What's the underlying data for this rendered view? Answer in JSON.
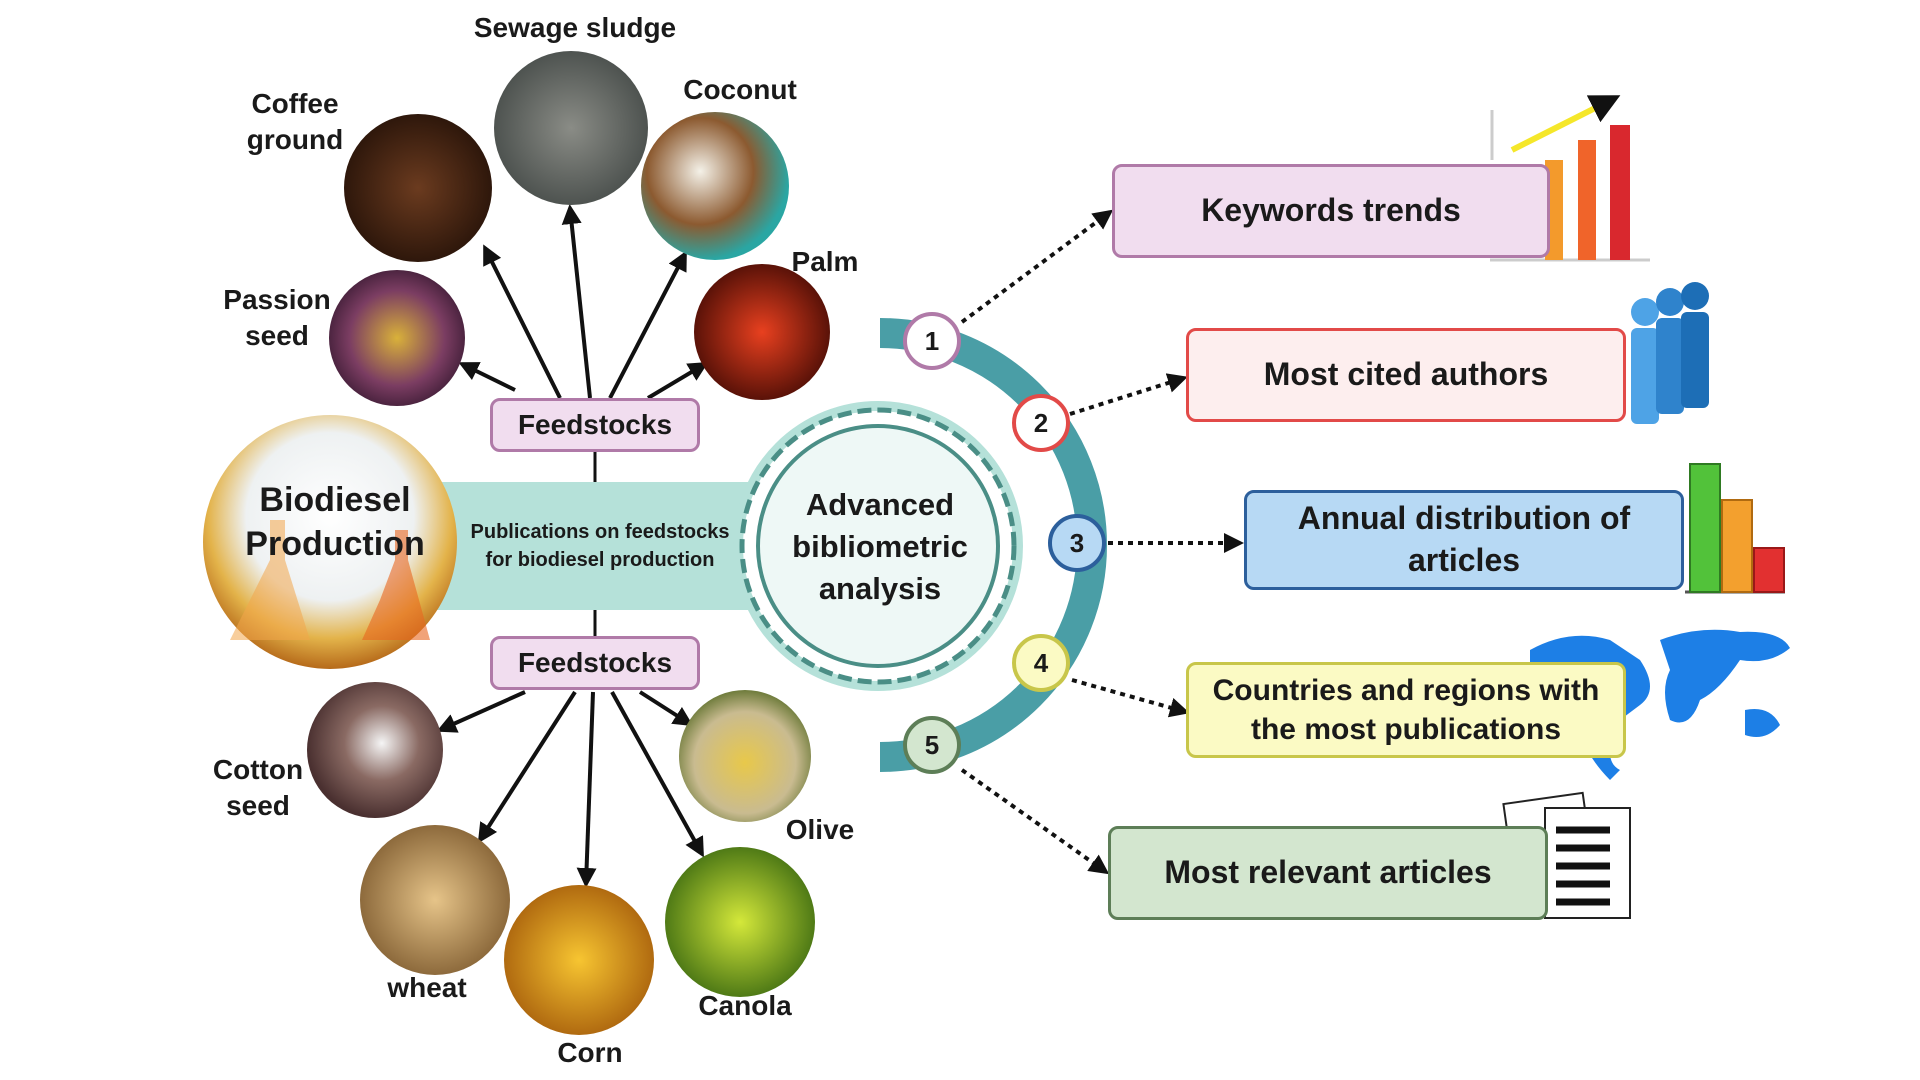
{
  "center": {
    "title_lines": [
      "Advanced",
      "bibliometric",
      "analysis"
    ],
    "band_lines": [
      "Publications on feedstocks",
      "for biodiesel production"
    ],
    "hero_lines": [
      "Biodiesel",
      "Production"
    ]
  },
  "feedstock_labels": {
    "upper": "Feedstocks",
    "lower": "Feedstocks"
  },
  "feedstocks": [
    {
      "key": "sewage",
      "lines": [
        "Sewage sludge"
      ]
    },
    {
      "key": "coffee",
      "lines": [
        "Coffee",
        "ground"
      ]
    },
    {
      "key": "coconut",
      "lines": [
        "Coconut"
      ]
    },
    {
      "key": "palm",
      "lines": [
        "Palm"
      ]
    },
    {
      "key": "passion",
      "lines": [
        "Passion",
        "seed"
      ]
    },
    {
      "key": "cotton",
      "lines": [
        "Cotton",
        "seed"
      ]
    },
    {
      "key": "olive",
      "lines": [
        "Olive"
      ]
    },
    {
      "key": "wheat",
      "lines": [
        "wheat"
      ]
    },
    {
      "key": "corn",
      "lines": [
        "Corn"
      ]
    },
    {
      "key": "canola",
      "lines": [
        "Canola"
      ]
    }
  ],
  "analyses": [
    {
      "num": "1",
      "lines": [
        "Keywords trends"
      ],
      "fill": "#f1ddef",
      "border": "#b07aa8",
      "icon": "bar-chart-trend-icon"
    },
    {
      "num": "2",
      "lines": [
        "Most cited authors"
      ],
      "fill": "#fdeeee",
      "border": "#e24a48",
      "icon": "people-icon"
    },
    {
      "num": "3",
      "lines": [
        "Annual distribution of",
        "articles"
      ],
      "fill": "#b7d9f4",
      "border": "#2c5f9c",
      "icon": "bar-chart-icon"
    },
    {
      "num": "4",
      "lines": [
        "Countries and regions with",
        "the most publications"
      ],
      "fill": "#fbfac4",
      "border": "#c8c64a",
      "icon": "world-map-icon"
    },
    {
      "num": "5",
      "lines": [
        "Most relevant articles"
      ],
      "fill": "#d3e6cf",
      "border": "#5d7e57",
      "icon": "documents-icon"
    }
  ],
  "colors": {
    "teal_ring": "#4a9ea6",
    "band": "#b5e1d9",
    "center_border": "#4a8e86"
  }
}
